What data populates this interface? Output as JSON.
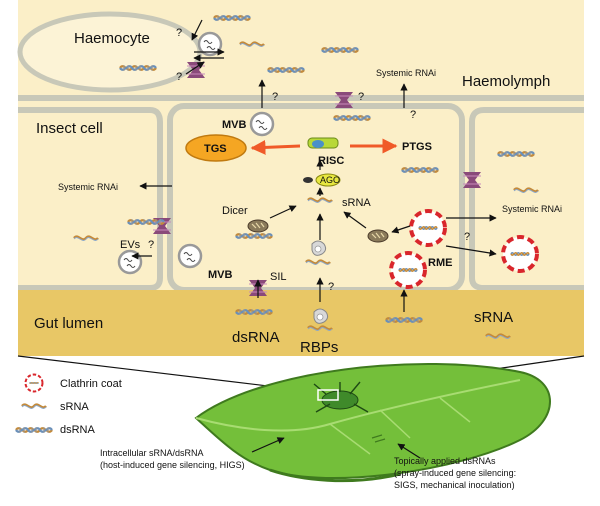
{
  "labels": {
    "haemocyte": "Haemocyte",
    "haemolymph": "Haemolymph",
    "insect_cell": "Insect cell",
    "gut_lumen": "Gut lumen",
    "systemic_rnai_top": "Systemic RNAi",
    "systemic_rnai_left": "Systemic RNAi",
    "systemic_rnai_right": "Systemic RNAi",
    "mvb_top": "MVB",
    "mvb_bottom": "MVB",
    "tgs": "TGS",
    "ptgs": "PTGS",
    "risc": "RISC",
    "ago": "AGO",
    "srna_center": "sRNA",
    "dicer": "Dicer",
    "evs": "EVs",
    "sil": "SIL",
    "rme": "RME",
    "dsrna_lumen": "dsRNA",
    "rbps": "RBPs",
    "srna_lumen": "sRNA",
    "question_mark": "?"
  },
  "legend": [
    {
      "label": "Clathrin coat",
      "icon": "clathrin-coat-icon"
    },
    {
      "label": "sRNA",
      "icon": "srna-icon"
    },
    {
      "label": "dsRNA",
      "icon": "dsrna-icon"
    }
  ],
  "annotations": {
    "higs_line1": "Intracellular sRNA/dsRNA",
    "higs_line2": "(host-induced gene silencing, HIGS)",
    "sigs_line1": "Topically applied dsRNAs",
    "sigs_line2": "(spray-induced gene silencing:",
    "sigs_line3": "SIGS, mechanical inoculation)"
  },
  "colors": {
    "cell_fill": "#fbefc8",
    "gut_fill": "#e8c766",
    "membrane": "#c8c8b8",
    "tgs_fill": "#f5a623",
    "arrow_orange": "#f05a28",
    "clathrin_red": "#d9262c",
    "channel_purple": "#8a4a7a",
    "leaf_green": "#74bf3a"
  }
}
